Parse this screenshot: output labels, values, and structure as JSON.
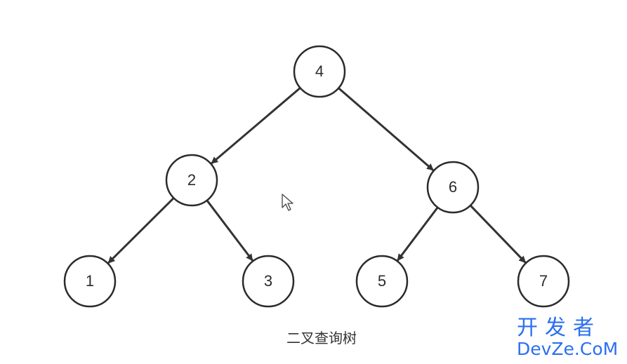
{
  "diagram": {
    "nodes": [
      {
        "id": "n4",
        "label": "4"
      },
      {
        "id": "n2",
        "label": "2"
      },
      {
        "id": "n6",
        "label": "6"
      },
      {
        "id": "n1",
        "label": "1"
      },
      {
        "id": "n3",
        "label": "3"
      },
      {
        "id": "n5",
        "label": "5"
      },
      {
        "id": "n7",
        "label": "7"
      }
    ],
    "edges": [
      {
        "from": "n4",
        "to": "n2"
      },
      {
        "from": "n4",
        "to": "n6"
      },
      {
        "from": "n2",
        "to": "n1"
      },
      {
        "from": "n2",
        "to": "n3"
      },
      {
        "from": "n6",
        "to": "n5"
      },
      {
        "from": "n6",
        "to": "n7"
      }
    ]
  },
  "caption": "二叉查询树",
  "watermark": {
    "line1": "开发者",
    "line2": "DevZe.CoM",
    "color": "#2b6ff0"
  },
  "cursor_icon": "mouse-pointer-icon"
}
